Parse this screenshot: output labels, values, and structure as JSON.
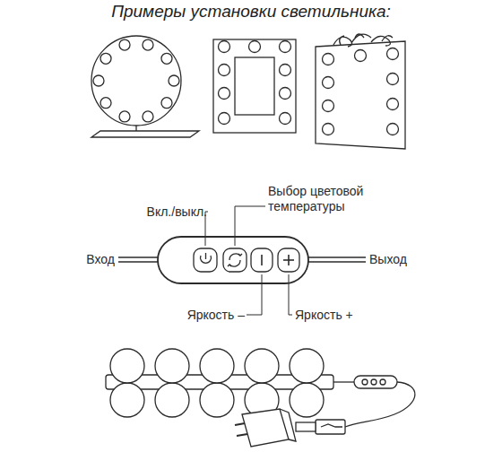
{
  "diagram": {
    "title": "Примеры установки светильника:",
    "labels": [
      "Вкл./выкл.",
      "Выбор цветовой температуры",
      "Вход",
      "Выход",
      "Яркость –",
      "Яркость +"
    ]
  }
}
